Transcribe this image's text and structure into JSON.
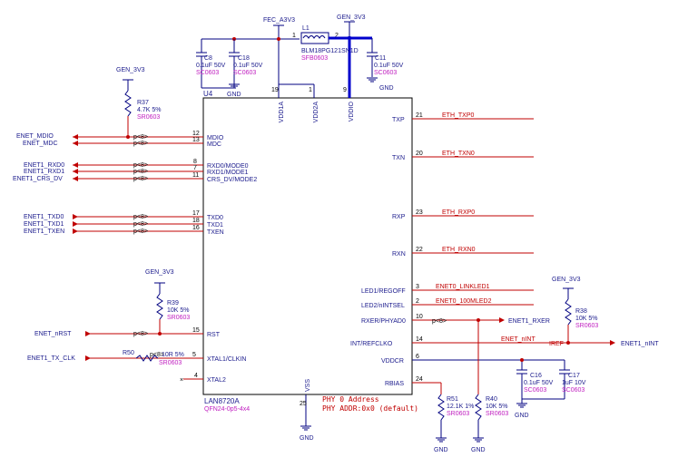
{
  "chip": {
    "ref": "U4",
    "part": "LAN8720A",
    "package": "QFN24-0p5-4x4",
    "note_line1": "PHY 0 Address",
    "note_line2": "PHY ADDR:0x0 (default)"
  },
  "left_pins": [
    {
      "num": "12",
      "name": "MDIO",
      "net": "ENET_MDIO"
    },
    {
      "num": "13",
      "name": "MDC",
      "net": "ENET_MDC"
    },
    {
      "num": "8",
      "name": "RXD0/MODE0",
      "net": "ENET1_RXD0"
    },
    {
      "num": "7",
      "name": "RXD1/MODE1",
      "net": "ENET1_RXD1"
    },
    {
      "num": "11",
      "name": "CRS_DV/MODE2",
      "net": "ENET1_CRS_DV"
    },
    {
      "num": "17",
      "name": "TXD0",
      "net": "ENET1_TXD0"
    },
    {
      "num": "18",
      "name": "TXD1",
      "net": "ENET1_TXD1"
    },
    {
      "num": "16",
      "name": "TXEN",
      "net": "ENET1_TXEN"
    },
    {
      "num": "15",
      "name": "RST",
      "net": "ENET_nRST"
    },
    {
      "num": "5",
      "name": "XTAL1/CLKIN",
      "net": "ENET1_TX_CLK"
    },
    {
      "num": "4",
      "name": "XTAL2",
      "net": ""
    }
  ],
  "right_pins": [
    {
      "num": "21",
      "name": "TXP",
      "net": "ETH_TXP0"
    },
    {
      "num": "20",
      "name": "TXN",
      "net": "ETH_TXN0"
    },
    {
      "num": "23",
      "name": "RXP",
      "net": "ETH_RXP0"
    },
    {
      "num": "22",
      "name": "RXN",
      "net": "ETH_RXN0"
    },
    {
      "num": "3",
      "name": "LED1/REGOFF",
      "net": "ENET0_LINKLED1"
    },
    {
      "num": "2",
      "name": "LED2/nINTSEL",
      "net": "ENET0_100MLED2"
    },
    {
      "num": "10",
      "name": "RXER/PHYAD0",
      "net": "ENET1_RXER"
    },
    {
      "num": "14",
      "name": "INT/REFCLKO",
      "net": "ENET_nINT"
    },
    {
      "num": "6",
      "name": "VDDCR",
      "net": ""
    },
    {
      "num": "24",
      "name": "RBIAS",
      "net": ""
    }
  ],
  "top_pins": [
    {
      "num": "19",
      "name": "VDD1A"
    },
    {
      "num": "1",
      "name": "VDD2A"
    },
    {
      "num": "9",
      "name": "VDDIO"
    }
  ],
  "bottom_pin": {
    "num": "25",
    "name": "VSS"
  },
  "bus_tag": "p<8>",
  "power": {
    "fec": "FEC_A3V3",
    "gen": "GEN_3V3",
    "gnd": "GND"
  },
  "inductor": {
    "ref": "L1",
    "part": "BLM18PG121SN1D",
    "package": "SFB0603",
    "pin1": "1",
    "pin2": "2"
  },
  "caps": [
    {
      "ref": "C8",
      "value": "0.1uF 50V",
      "package": "SC0603"
    },
    {
      "ref": "C18",
      "value": "0.1uF 50V",
      "package": "SC0603"
    },
    {
      "ref": "C11",
      "value": "0.1uF 50V",
      "package": "SC0603"
    },
    {
      "ref": "C16",
      "value": "0.1uF 50V",
      "package": "SC0603"
    },
    {
      "ref": "C17",
      "value": "1uF 10V",
      "package": "SC0603"
    }
  ],
  "resistors": [
    {
      "ref": "R37",
      "value": "4.7K 5%",
      "package": "SR0603"
    },
    {
      "ref": "R39",
      "value": "10K 5%",
      "package": "SR0603"
    },
    {
      "ref": "R50",
      "value": "10R 5%",
      "package": "SR0603"
    },
    {
      "ref": "R51",
      "value": "12.1K 1%",
      "package": "SR0603"
    },
    {
      "ref": "R40",
      "value": "10K 5%",
      "package": "SR0603"
    },
    {
      "ref": "R38",
      "value": "10K 5%",
      "package": "SR0603"
    }
  ],
  "nets_extra": {
    "iref": "IREF",
    "nint_out": "ENET1_nINT",
    "rxer_out": "ENET1_RXER"
  }
}
